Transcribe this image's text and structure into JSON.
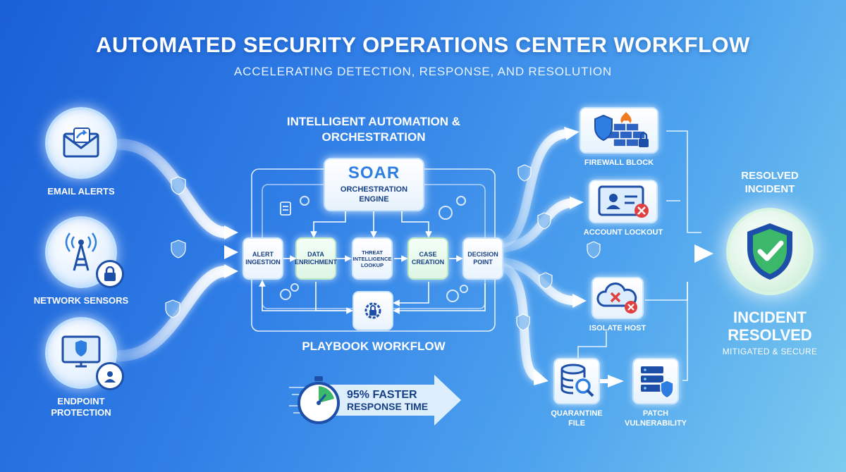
{
  "header": {
    "title": "AUTOMATED SECURITY OPERATIONS CENTER WORKFLOW",
    "subtitle": "ACCELERATING DETECTION, RESPONSE, AND RESOLUTION"
  },
  "sources": [
    {
      "label": "EMAIL ALERTS",
      "icon": "envelope-icon"
    },
    {
      "label": "NETWORK SENSORS",
      "icon": "antenna-tower-icon"
    },
    {
      "label": "ENDPOINT PROTECTION",
      "icon": "monitor-shield-icon"
    }
  ],
  "orchestration": {
    "section_title": "INTELLIGENT AUTOMATION & ORCHESTRATION",
    "engine_name": "SOAR",
    "engine_label": "ORCHESTRATION ENGINE",
    "steps": [
      "ALERT INGESTION",
      "DATA ENRICHMENT",
      "THREAT INTELLIGENCE LOOKUP",
      "CASE CREATION",
      "DECISION POINT"
    ],
    "playbook_label": "PLAYBOOK WORKFLOW"
  },
  "stat": {
    "value": "95% FASTER",
    "label": "RESPONSE TIME"
  },
  "actions": [
    {
      "label": "FIREWALL BLOCK",
      "icon": "firewall-shield-icon"
    },
    {
      "label": "ACCOUNT LOCKOUT",
      "icon": "id-card-blocked-icon"
    },
    {
      "label": "ISOLATE HOST",
      "icon": "cloud-isolate-icon"
    },
    {
      "label": "QUARANTINE FILE",
      "icon": "database-search-icon"
    },
    {
      "label": "PATCH VULNERABILITY",
      "icon": "server-shield-icon"
    }
  ],
  "outcome": {
    "top_label": "RESOLVED INCIDENT",
    "main_label": "INCIDENT RESOLVED",
    "sub_label": "MITIGATED & SECURE"
  },
  "colors": {
    "navy": "#163f86",
    "accent_blue": "#2d7ee0",
    "success_green": "#3cb86a",
    "alert_red": "#e04040",
    "fire_orange": "#f07a22"
  }
}
